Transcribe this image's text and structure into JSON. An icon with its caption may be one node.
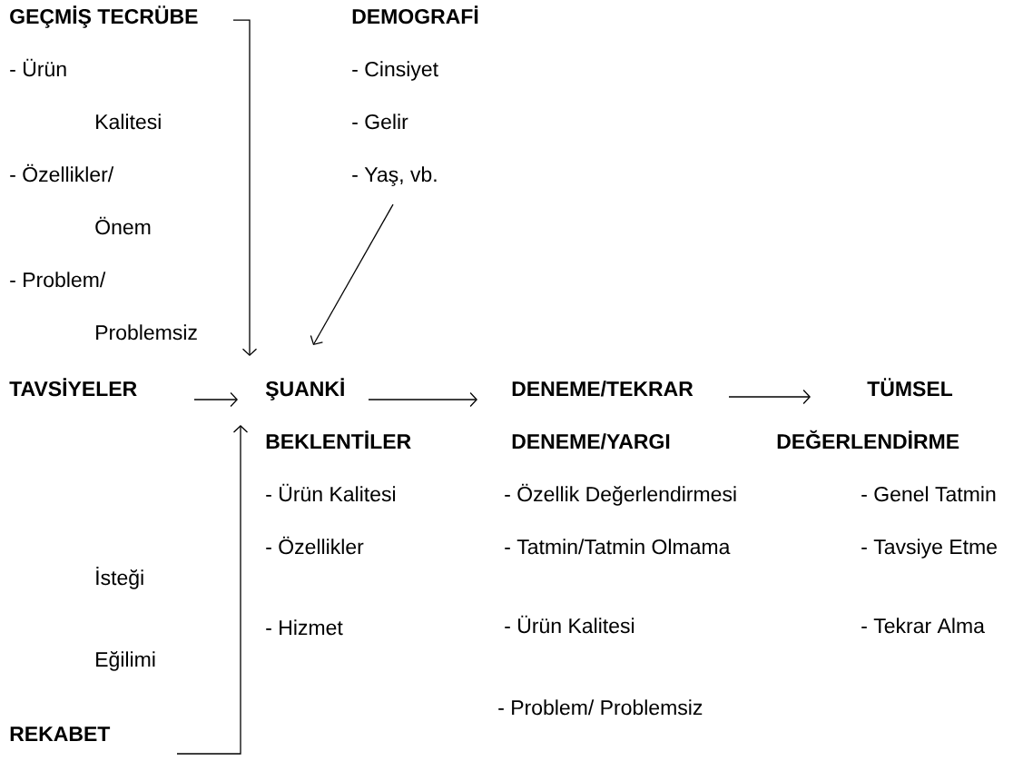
{
  "diagram": {
    "nodes": [
      {
        "text": [
          "GEÇMİŞ TECRÜBE",
          "- Ürün Kalitesi",
          "- Özellikler/ Önem",
          "- Problem/ Problemsiz"
        ]
      },
      {
        "text": [
          "DEMOGRAFİ",
          "- Cinsiyet",
          "- Gelir",
          "- Yaş, vb."
        ]
      },
      {
        "text": [
          "TAVSİYELER"
        ]
      },
      {
        "text": [
          "ŞUANKİ BEKLENTİLER",
          "- Ürün Kalitesi",
          "- Özellikler",
          "- Hizmet"
        ]
      },
      {
        "text": [
          "DENEME/TEKRAR DENEME/YARGI",
          "- Özellik Değerlendirmesi",
          "- Tatmin/Tatmin Olmama",
          "- Ürün Kalitesi",
          "- Problem/ Problemsiz"
        ]
      },
      {
        "text": [
          "TÜMSEL DEĞERLENDİRME",
          "- Genel Tatmin",
          "- Tavsiye Etme",
          "- Tekrar Alma"
        ]
      },
      {
        "text": [
          "REKABET"
        ]
      }
    ],
    "edges": [
      {
        "from": 0,
        "to": 3,
        "arrow": "to"
      },
      {
        "from": 1,
        "to": 3,
        "arrow": "to"
      },
      {
        "from": 2,
        "to": 3,
        "arrow": "to"
      },
      {
        "from": 3,
        "to": 4,
        "arrow": "to"
      },
      {
        "from": 4,
        "to": 5,
        "arrow": "to"
      },
      {
        "from": 6,
        "to": 3,
        "arrow": "to"
      }
    ],
    "labels": [
      "İsteği",
      "Eğilimi"
    ]
  }
}
